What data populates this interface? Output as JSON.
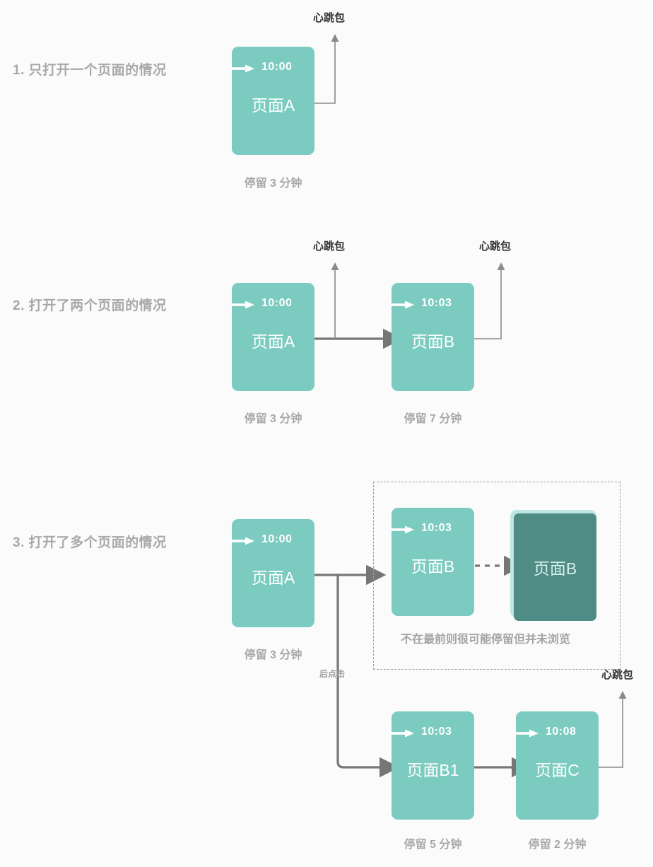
{
  "theme": {
    "background": "#fbfbfb",
    "box_fill": "#7ccbc0",
    "box_dark_fill": "#4f8c86",
    "box_halo": "#bfe7e1",
    "arrow_gray": "#767676",
    "thin_line_gray": "#8a8a8a",
    "label_gray": "#a8a8a8",
    "note_gray": "#a3a3a3",
    "heartbeat_text": "#333333",
    "dashed_border": "#9c9c9c",
    "box_text": "#ffffff",
    "dark_box_text": "#d8eeea"
  },
  "sections": [
    {
      "id": "s1",
      "label": "1. 只打开一个页面的情况"
    },
    {
      "id": "s2",
      "label": "2. 打开了两个页面的情况"
    },
    {
      "id": "s3",
      "label": "3. 打开了多个页面的情况"
    }
  ],
  "heartbeat_label": "心跳包",
  "branch_label": "后点击",
  "dashed_note": "不在最前则很可能停留但并未浏览",
  "boxes": [
    {
      "id": "s1-a",
      "time": "10:00",
      "name": "页面A",
      "caption": "停留 3 分钟",
      "dark": false
    },
    {
      "id": "s2-a",
      "time": "10:00",
      "name": "页面A",
      "caption": "停留 3 分钟",
      "dark": false
    },
    {
      "id": "s2-b",
      "time": "10:03",
      "name": "页面B",
      "caption": "停留 7 分钟",
      "dark": false
    },
    {
      "id": "s3-a",
      "time": "10:00",
      "name": "页面A",
      "caption": "停留 3 分钟",
      "dark": false
    },
    {
      "id": "s3-b",
      "time": "10:03",
      "name": "页面B",
      "caption": "",
      "dark": false
    },
    {
      "id": "s3-b-dark",
      "time": "",
      "name": "页面B",
      "caption": "",
      "dark": true
    },
    {
      "id": "s3-b1",
      "time": "10:03",
      "name": "页面B1",
      "caption": "停留 5 分钟",
      "dark": false
    },
    {
      "id": "s3-c",
      "time": "10:08",
      "name": "页面C",
      "caption": "停留 2 分钟",
      "dark": false
    }
  ],
  "heartbeats": [
    {
      "id": "hb-s1-a",
      "label": "心跳包"
    },
    {
      "id": "hb-s2-a",
      "label": "心跳包"
    },
    {
      "id": "hb-s2-b",
      "label": "心跳包"
    },
    {
      "id": "hb-s3-c",
      "label": "心跳包"
    }
  ],
  "icons": {
    "enter_arrow": "enter-arrow-icon",
    "flow_arrow": "flow-arrow-icon",
    "dashed_arrow": "dashed-arrow-icon",
    "heartbeat_arrow": "heartbeat-arrow-icon"
  }
}
